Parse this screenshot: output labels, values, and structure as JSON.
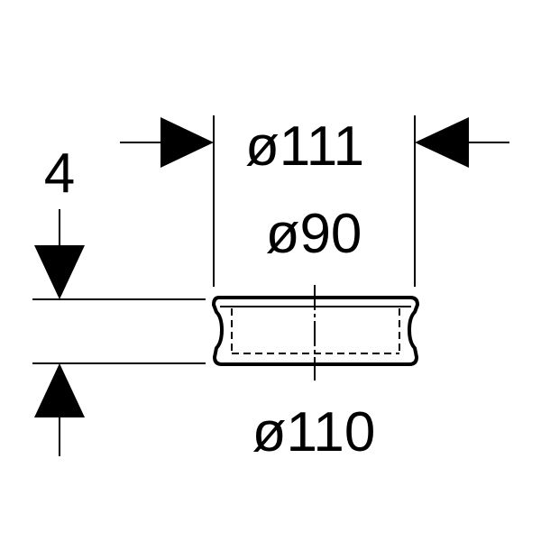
{
  "dimensions": {
    "outer_top": "ø111",
    "inner": "ø90",
    "outer_bottom": "ø110",
    "height": "4"
  },
  "colors": {
    "line": "#000000",
    "background": "#ffffff"
  }
}
